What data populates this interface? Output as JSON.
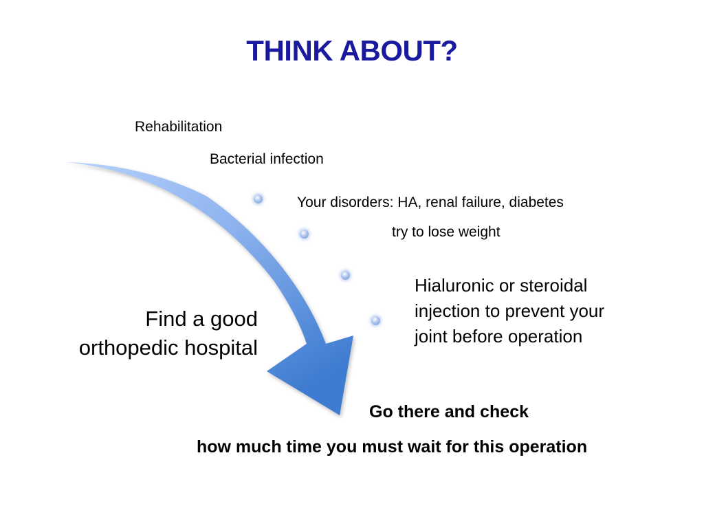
{
  "slide": {
    "title": "THINK ABOUT?",
    "items": {
      "rehabilitation": "Rehabilitation",
      "bacterial_infection": "Bacterial infection",
      "disorders": "Your disorders: HA, renal failure, diabetes",
      "lose_weight": "try to lose weight",
      "injection": [
        "Hialuronic or steroidal",
        "injection to prevent your",
        "joint before operation"
      ]
    },
    "hospital": [
      "Find a good",
      "orthopedic hospital"
    ],
    "check": "Go there and check",
    "wait": "how much time you must wait for this operation"
  },
  "colors": {
    "title": "#1a1a9e",
    "arrow_light": "#a8c6fa",
    "arrow_dark": "#3d7bd0"
  }
}
